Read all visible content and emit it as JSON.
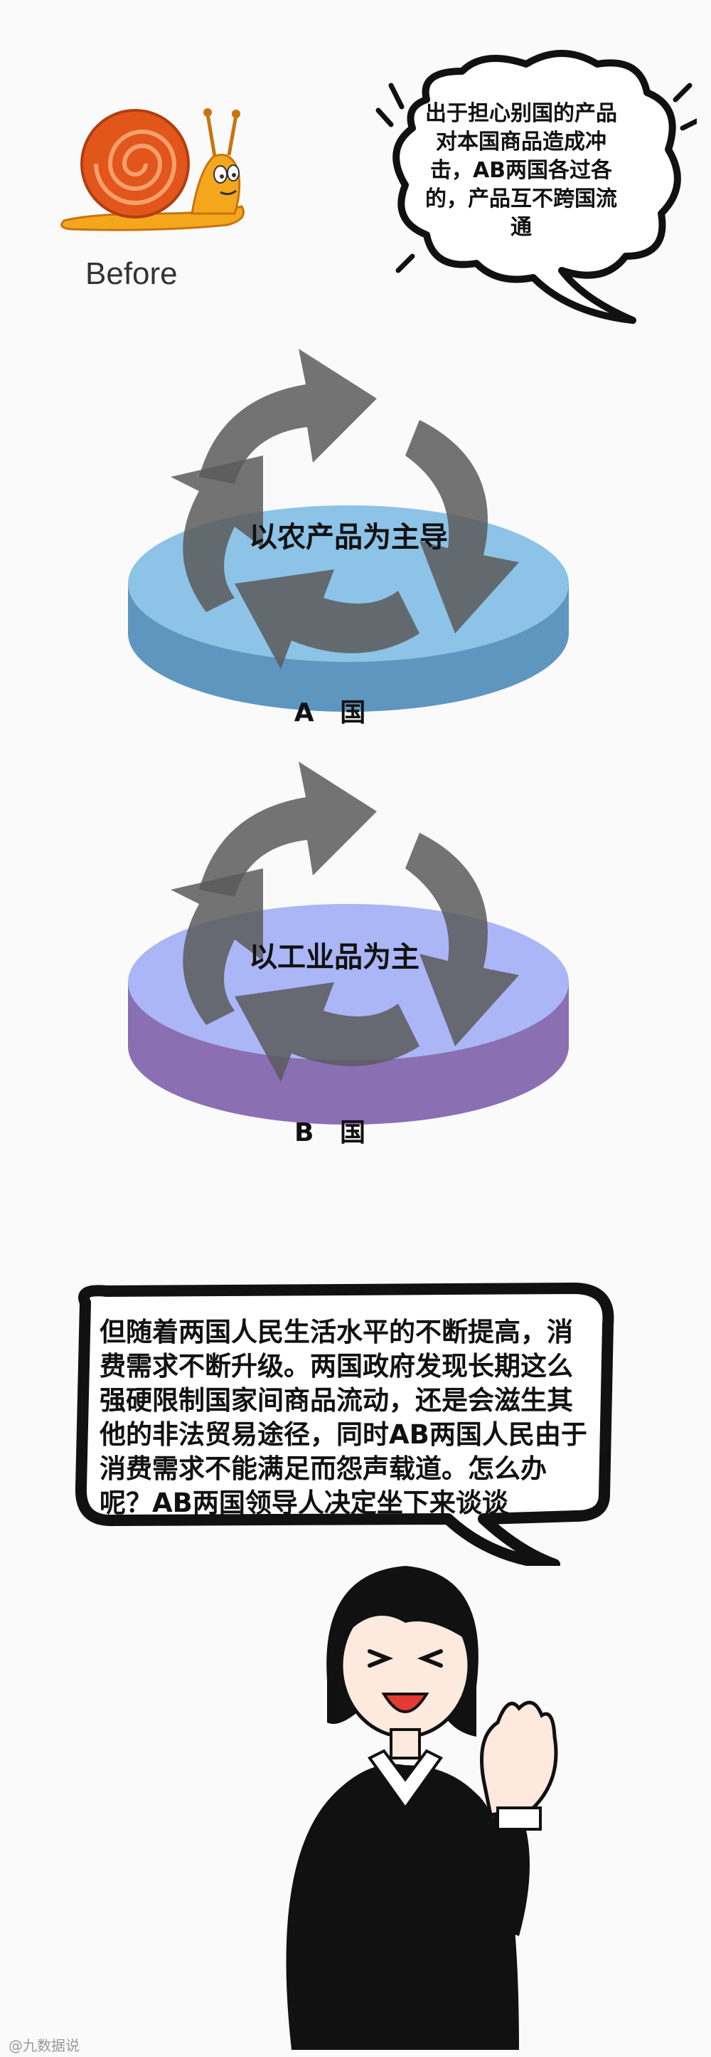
{
  "intro": {
    "before_label": "Before",
    "speech_top": "出于担心别国的产品对本国商品造成冲击，AB两国各过各的，产品互不跨国流通"
  },
  "country_a": {
    "focus": "以农产品为主导",
    "name": "A 国",
    "color": "#8cc3e6"
  },
  "country_b": {
    "focus": "以工业品为主",
    "name": "B 国",
    "color": "#aab6f5"
  },
  "narration": {
    "speech_bottom": "但随着两国人民生活水平的不断提高，消费需求不断升级。两国政府发现长期这么强硬限制国家间商品流动，还是会滋生其他的非法贸易途径，同时AB两国人民由于消费需求不能满足而怨声载道。怎么办呢？AB两国领导人决定坐下来谈谈"
  },
  "footer": {
    "watermark": "@九数据说"
  }
}
